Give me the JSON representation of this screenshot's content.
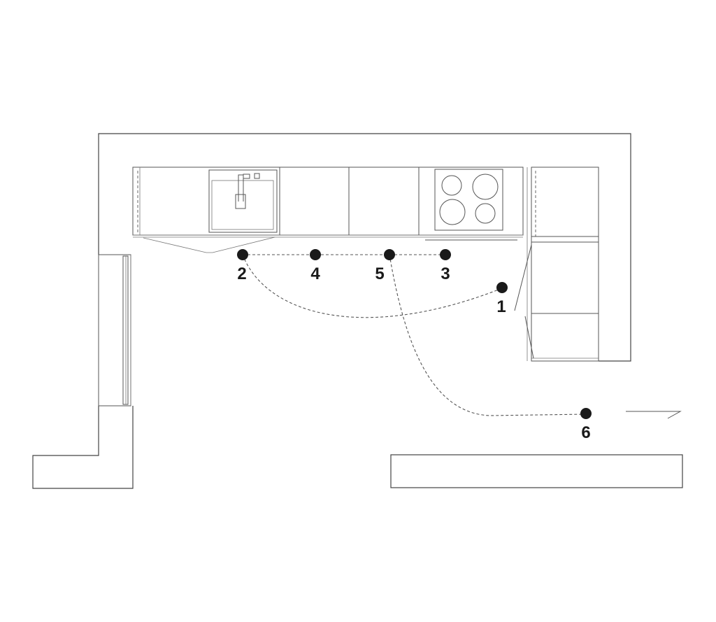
{
  "diagram": {
    "points": [
      {
        "id": "p1",
        "label": "1"
      },
      {
        "id": "p2",
        "label": "2"
      },
      {
        "id": "p3",
        "label": "3"
      },
      {
        "id": "p4",
        "label": "4"
      },
      {
        "id": "p5",
        "label": "5"
      },
      {
        "id": "p6",
        "label": "6"
      }
    ]
  }
}
